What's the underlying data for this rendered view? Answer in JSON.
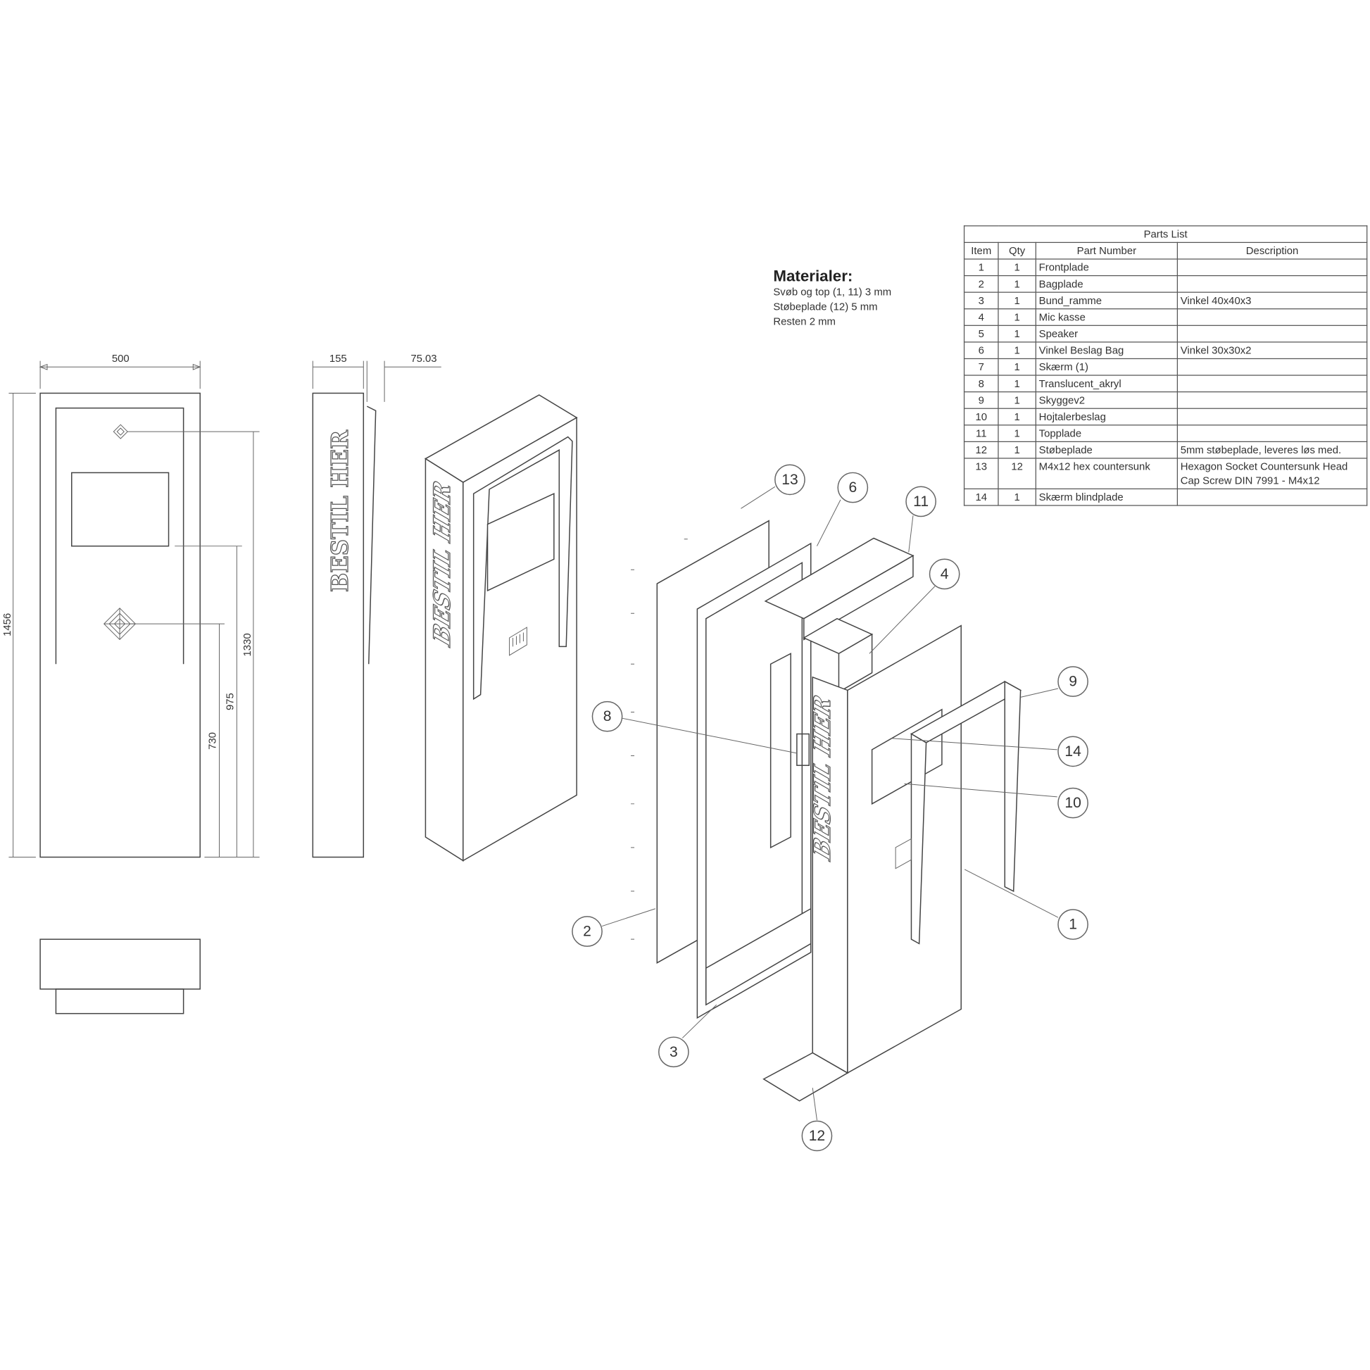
{
  "dimensions": {
    "width": "500",
    "height": "1456",
    "h1330": "1330",
    "h975": "975",
    "h730": "730",
    "depth": "155",
    "slope": "75.03"
  },
  "brand_text": "BESTIL HER",
  "materials": {
    "title": "Materialer:",
    "lines": [
      "Svøb og top (1, 11) 3 mm",
      "Støbeplade (12) 5 mm",
      "Resten 2 mm"
    ]
  },
  "parts_list": {
    "title": "Parts List",
    "headers": [
      "Item",
      "Qty",
      "Part Number",
      "Description"
    ],
    "rows": [
      {
        "item": "1",
        "qty": "1",
        "part": "Frontplade",
        "desc": ""
      },
      {
        "item": "2",
        "qty": "1",
        "part": "Bagplade",
        "desc": ""
      },
      {
        "item": "3",
        "qty": "1",
        "part": "Bund_ramme",
        "desc": "Vinkel 40x40x3"
      },
      {
        "item": "4",
        "qty": "1",
        "part": "Mic kasse",
        "desc": ""
      },
      {
        "item": "5",
        "qty": "1",
        "part": "Speaker",
        "desc": ""
      },
      {
        "item": "6",
        "qty": "1",
        "part": "Vinkel Beslag Bag",
        "desc": "Vinkel 30x30x2"
      },
      {
        "item": "7",
        "qty": "1",
        "part": "Skærm (1)",
        "desc": ""
      },
      {
        "item": "8",
        "qty": "1",
        "part": "Translucent_akryl",
        "desc": ""
      },
      {
        "item": "9",
        "qty": "1",
        "part": "Skyggev2",
        "desc": ""
      },
      {
        "item": "10",
        "qty": "1",
        "part": "Hojtalerbeslag",
        "desc": ""
      },
      {
        "item": "11",
        "qty": "1",
        "part": "Topplade",
        "desc": ""
      },
      {
        "item": "12",
        "qty": "1",
        "part": "Støbeplade",
        "desc": "5mm støbeplade, leveres løs med."
      },
      {
        "item": "13",
        "qty": "12",
        "part": "M4x12 hex countersunk",
        "desc": "Hexagon Socket Countersunk Head Cap Screw DIN 7991 - M4x12"
      },
      {
        "item": "14",
        "qty": "1",
        "part": "Skærm blindplade",
        "desc": ""
      }
    ]
  },
  "balloons": [
    "13",
    "6",
    "11",
    "4",
    "9",
    "14",
    "10",
    "1",
    "8",
    "2",
    "3",
    "12"
  ]
}
